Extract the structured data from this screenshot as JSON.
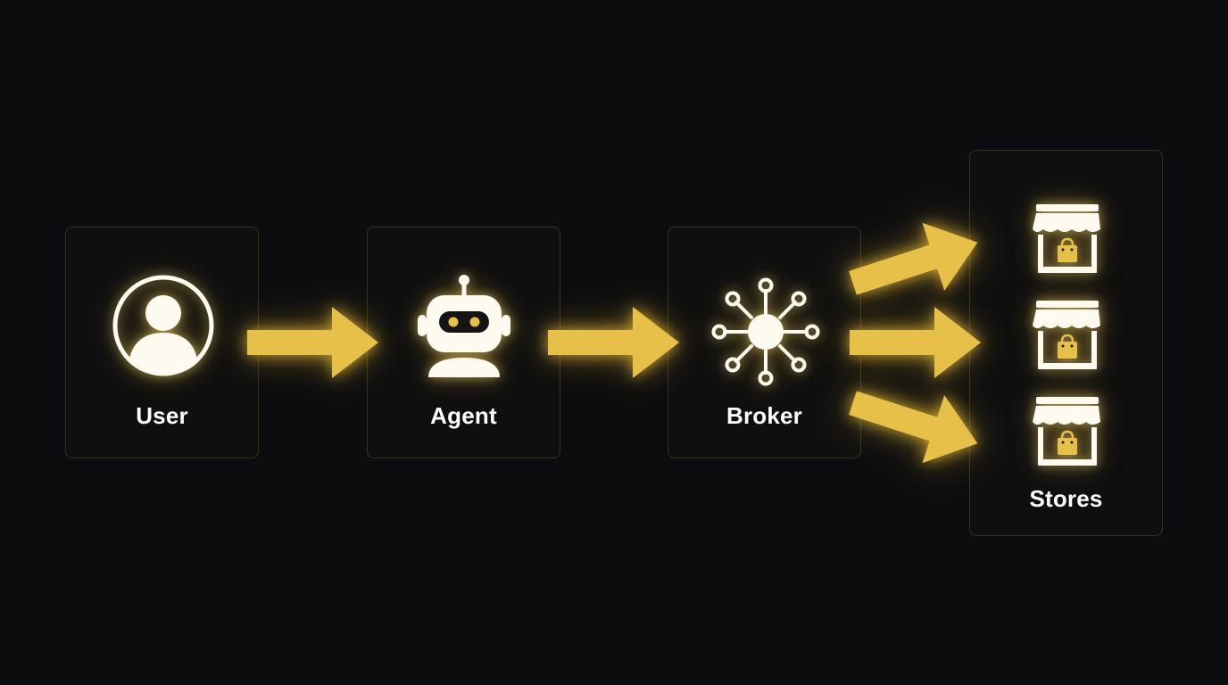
{
  "diagram": {
    "nodes": {
      "user": {
        "label": "User",
        "icon": "user-circle-icon"
      },
      "agent": {
        "label": "Agent",
        "icon": "robot-icon"
      },
      "broker": {
        "label": "Broker",
        "icon": "network-hub-icon"
      },
      "stores": {
        "label": "Stores",
        "icon": "storefront-icon"
      }
    },
    "edges": [
      {
        "from": "User",
        "to": "Agent"
      },
      {
        "from": "Agent",
        "to": "Broker"
      },
      {
        "from": "Broker",
        "to": "Stores"
      }
    ],
    "colors": {
      "background": "#0d0d0f",
      "arrow": "#e7c04a",
      "icon": "#fffaf0",
      "accent": "#e7c04a",
      "box_border": "#3a3217"
    }
  }
}
